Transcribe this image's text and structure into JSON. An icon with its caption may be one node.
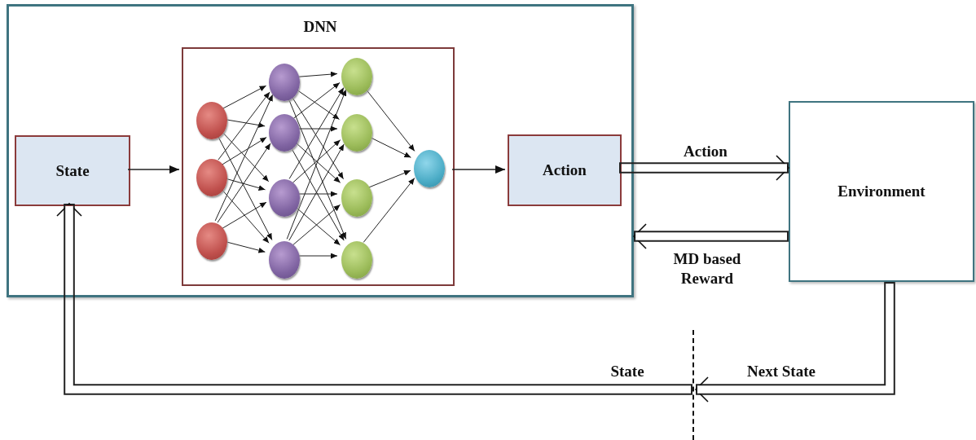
{
  "diagram": {
    "nodes": [
      {
        "text": [
          "DNN"
        ]
      },
      {
        "text": [
          "State"
        ],
        "in": 0
      },
      {
        "text": [],
        "shape": "box",
        "in": 0
      },
      {
        "text": [],
        "shape": "circle",
        "in": 2
      },
      {
        "text": [],
        "shape": "circle",
        "in": 2
      },
      {
        "text": [],
        "shape": "circle",
        "in": 2
      },
      {
        "text": [],
        "shape": "circle",
        "in": 2
      },
      {
        "text": [],
        "shape": "circle",
        "in": 2
      },
      {
        "text": [],
        "shape": "circle",
        "in": 2
      },
      {
        "text": [],
        "shape": "circle",
        "in": 2
      },
      {
        "text": [],
        "shape": "circle",
        "in": 2
      },
      {
        "text": [],
        "shape": "circle",
        "in": 2
      },
      {
        "text": [],
        "shape": "circle",
        "in": 2
      },
      {
        "text": [],
        "shape": "circle",
        "in": 2
      },
      {
        "text": [],
        "shape": "circle",
        "in": 2
      },
      {
        "text": [
          "Action"
        ],
        "in": 0
      },
      {
        "text": [
          "Environment"
        ]
      },
      {
        "text": [],
        "shape": "bar"
      }
    ],
    "edges": [
      {
        "from": 1,
        "to": 2,
        "arrow": "to"
      },
      {
        "from": 3,
        "to": 6,
        "arrow": "to"
      },
      {
        "from": 3,
        "to": 7,
        "arrow": "to"
      },
      {
        "from": 3,
        "to": 8,
        "arrow": "to"
      },
      {
        "from": 3,
        "to": 9,
        "arrow": "to"
      },
      {
        "from": 4,
        "to": 6,
        "arrow": "to"
      },
      {
        "from": 4,
        "to": 7,
        "arrow": "to"
      },
      {
        "from": 4,
        "to": 8,
        "arrow": "to"
      },
      {
        "from": 4,
        "to": 9,
        "arrow": "to"
      },
      {
        "from": 5,
        "to": 6,
        "arrow": "to"
      },
      {
        "from": 5,
        "to": 7,
        "arrow": "to"
      },
      {
        "from": 5,
        "to": 8,
        "arrow": "to"
      },
      {
        "from": 5,
        "to": 9,
        "arrow": "to"
      },
      {
        "from": 6,
        "to": 10,
        "arrow": "to"
      },
      {
        "from": 6,
        "to": 11,
        "arrow": "to"
      },
      {
        "from": 6,
        "to": 12,
        "arrow": "to"
      },
      {
        "from": 6,
        "to": 13,
        "arrow": "to"
      },
      {
        "from": 7,
        "to": 10,
        "arrow": "to"
      },
      {
        "from": 7,
        "to": 11,
        "arrow": "to"
      },
      {
        "from": 7,
        "to": 12,
        "arrow": "to"
      },
      {
        "from": 7,
        "to": 13,
        "arrow": "to"
      },
      {
        "from": 8,
        "to": 10,
        "arrow": "to"
      },
      {
        "from": 8,
        "to": 11,
        "arrow": "to"
      },
      {
        "from": 8,
        "to": 12,
        "arrow": "to"
      },
      {
        "from": 8,
        "to": 13,
        "arrow": "to"
      },
      {
        "from": 9,
        "to": 10,
        "arrow": "to"
      },
      {
        "from": 9,
        "to": 11,
        "arrow": "to"
      },
      {
        "from": 9,
        "to": 12,
        "arrow": "to"
      },
      {
        "from": 9,
        "to": 13,
        "arrow": "to"
      },
      {
        "from": 10,
        "to": 14,
        "arrow": "to"
      },
      {
        "from": 11,
        "to": 14,
        "arrow": "to"
      },
      {
        "from": 12,
        "to": 14,
        "arrow": "to"
      },
      {
        "from": 13,
        "to": 14,
        "arrow": "to"
      },
      {
        "from": 2,
        "to": 15,
        "arrow": "to"
      },
      {
        "from": 15,
        "to": 16,
        "label": "Action",
        "arrow": "to",
        "style": "thick"
      },
      {
        "from": 16,
        "to": 0,
        "label": "MD based Reward",
        "arrow": "to",
        "style": "thick"
      },
      {
        "from": 16,
        "to": 17,
        "label": "Next State",
        "arrow": "to",
        "style": "thick"
      },
      {
        "from": 17,
        "to": 1,
        "label": "State",
        "arrow": "to",
        "style": "thick"
      }
    ]
  }
}
